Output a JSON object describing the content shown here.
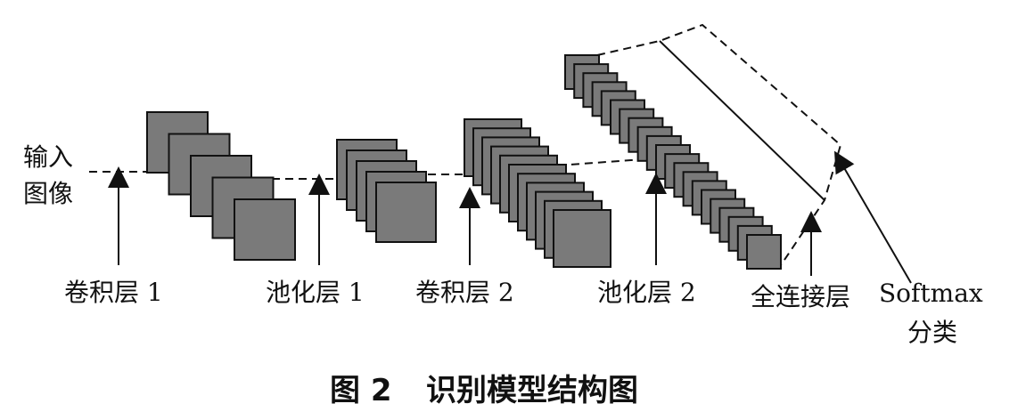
{
  "labels": {
    "input": [
      "输入",
      "图像"
    ],
    "conv1": "卷积层 1",
    "pool1": "池化层 1",
    "conv2": "卷积层 2",
    "pool2": "池化层 2",
    "fc": "全连接层",
    "softmax": [
      "Softmax",
      "分类"
    ]
  },
  "caption": {
    "figure": "图 2",
    "title": "识别模型结构图"
  },
  "colors": {
    "square_fill": "#7a7a7a",
    "stroke": "#111111"
  }
}
